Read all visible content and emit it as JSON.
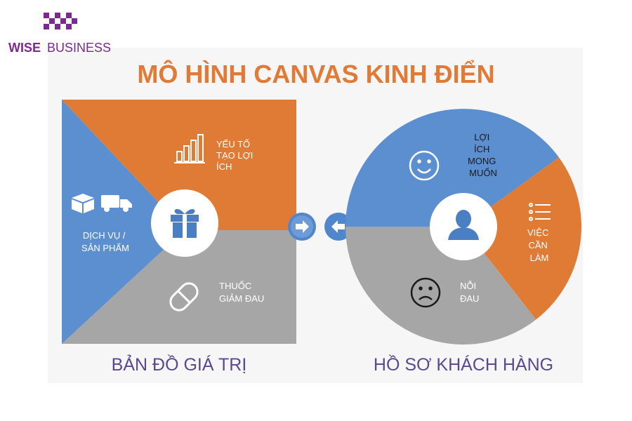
{
  "brand": {
    "wordmark_bold": "WISE",
    "wordmark_light": "BUSINESS",
    "color": "#7b2a8e"
  },
  "title": "MÔ HÌNH CANVAS KINH ĐIỂN",
  "value_map": {
    "caption": "BẢN ĐỒ GIÁ TRỊ",
    "gain_creators": [
      "YẾU TỐ",
      "TẠO LỢI",
      "ÍCH"
    ],
    "products_services": [
      "DỊCH VỤ /",
      "SẢN PHẨM"
    ],
    "pain_relievers": [
      "THUỐC",
      "GIẢM ĐAU"
    ],
    "center_icon": "gift-icon"
  },
  "customer_profile": {
    "caption": "HỒ SƠ KHÁCH HÀNG",
    "gains": [
      "LỢI",
      "ÍCH",
      "MONG",
      "MUỐN"
    ],
    "jobs": [
      "VIỆC",
      "CẦN",
      "LÀM"
    ],
    "pains": [
      "NỖI",
      "ĐAU"
    ],
    "center_icon": "user-icon"
  },
  "colors": {
    "title": "#e07a36",
    "caption": "#5a4a8c",
    "blue": "#5b8fd0",
    "orange": "#e07b36",
    "gray": "#a6a6a6",
    "arrow": "#4f86cc"
  }
}
